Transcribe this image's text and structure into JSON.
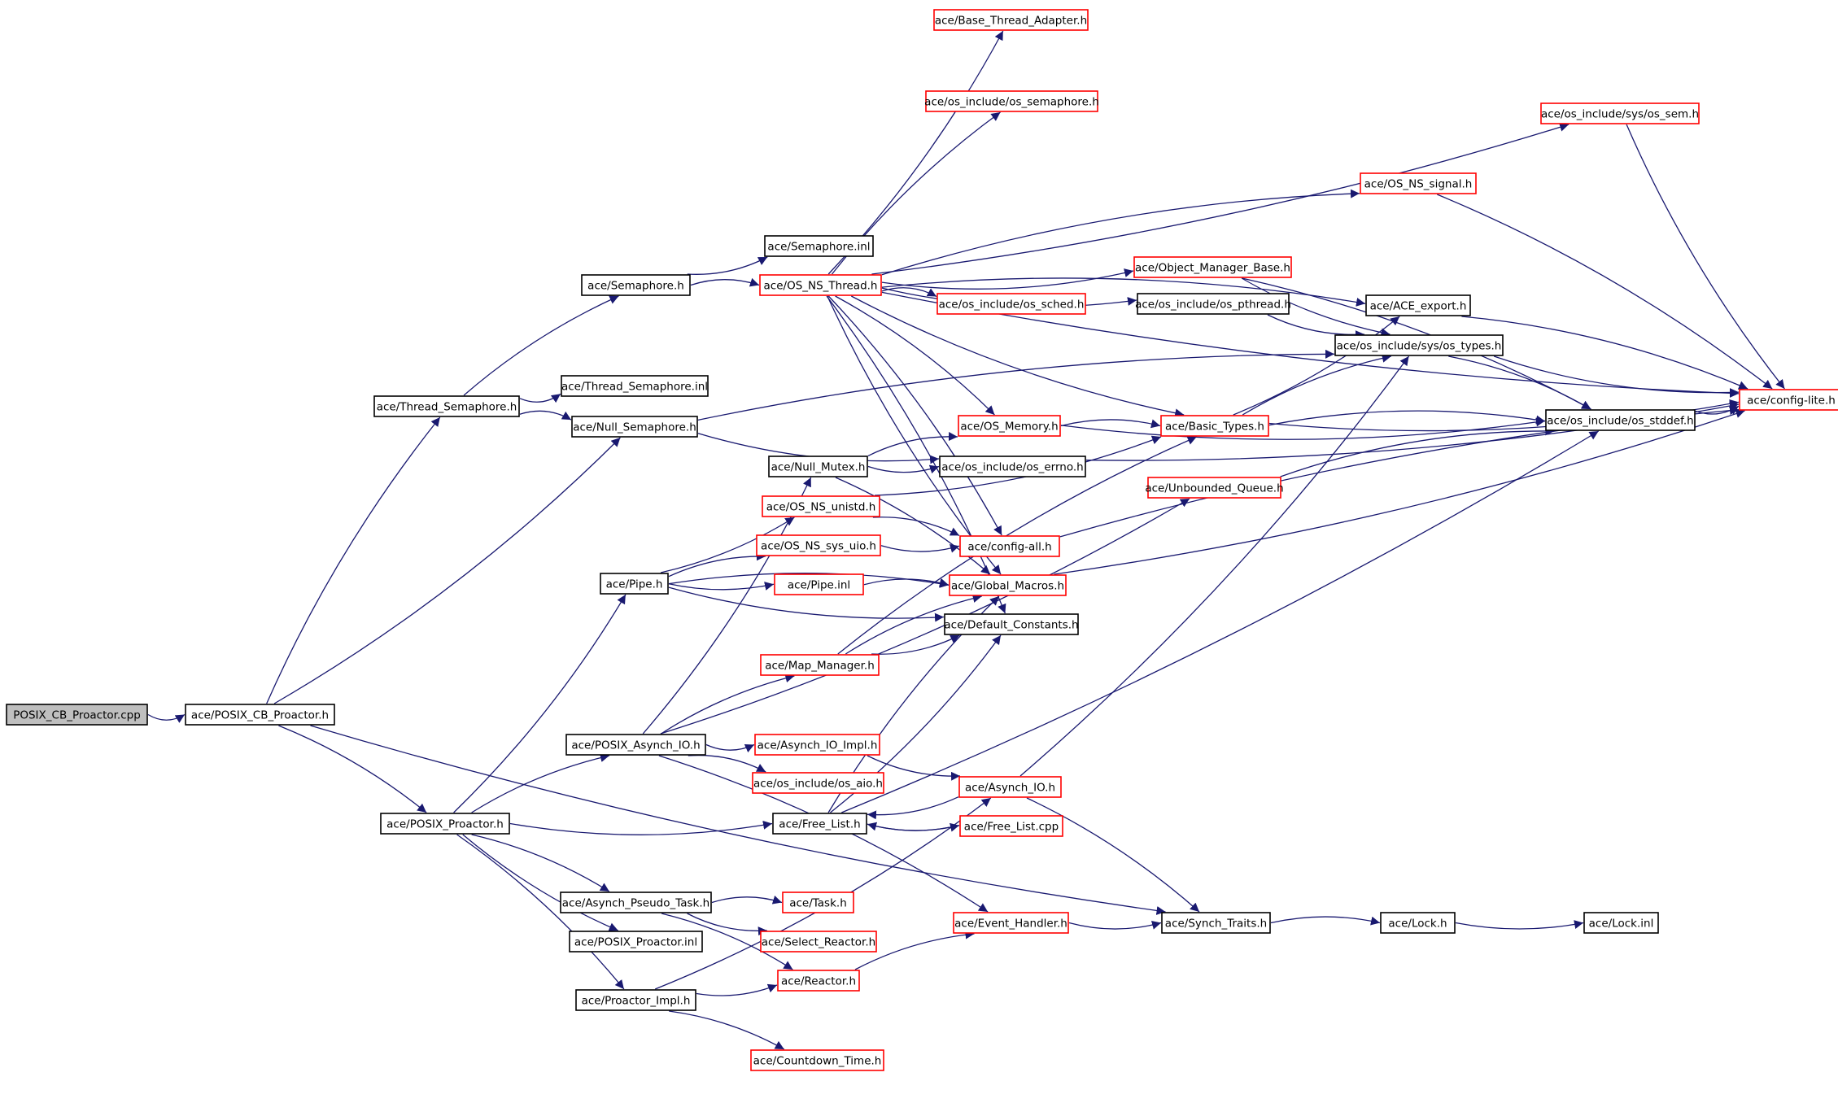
{
  "colors": {
    "edge": "#191970",
    "normal_border": "#000000",
    "truncated_border": "#ff0000",
    "root_fill": "#bfbfbf",
    "node_fill": "#ffffff"
  },
  "nodes": [
    {
      "id": "posix_cb_proactor_cpp",
      "label": "POSIX_CB_Proactor.cpp",
      "kind": "root"
    },
    {
      "id": "posix_cb_proactor_h",
      "label": "ace/POSIX_CB_Proactor.h",
      "kind": "normal"
    },
    {
      "id": "thread_semaphore_h",
      "label": "ace/Thread_Semaphore.h",
      "kind": "normal"
    },
    {
      "id": "semaphore_h",
      "label": "ace/Semaphore.h",
      "kind": "normal"
    },
    {
      "id": "semaphore_inl",
      "label": "ace/Semaphore.inl",
      "kind": "normal"
    },
    {
      "id": "os_ns_thread_h",
      "label": "ace/OS_NS_Thread.h",
      "kind": "truncated"
    },
    {
      "id": "base_thread_adapter_h",
      "label": "ace/Base_Thread_Adapter.h",
      "kind": "truncated"
    },
    {
      "id": "os_semaphore_h",
      "label": "ace/os_include/os_semaphore.h",
      "kind": "truncated"
    },
    {
      "id": "os_sem_h",
      "label": "ace/os_include/sys/os_sem.h",
      "kind": "truncated"
    },
    {
      "id": "os_ns_signal_h",
      "label": "ace/OS_NS_signal.h",
      "kind": "truncated"
    },
    {
      "id": "object_manager_base_h",
      "label": "ace/Object_Manager_Base.h",
      "kind": "truncated"
    },
    {
      "id": "os_sched_h",
      "label": "ace/os_include/os_sched.h",
      "kind": "truncated"
    },
    {
      "id": "os_pthread_h",
      "label": "ace/os_include/os_pthread.h",
      "kind": "normal"
    },
    {
      "id": "ace_export_h",
      "label": "ace/ACE_export.h",
      "kind": "normal"
    },
    {
      "id": "os_types_h",
      "label": "ace/os_include/sys/os_types.h",
      "kind": "normal"
    },
    {
      "id": "config_lite_h",
      "label": "ace/config-lite.h",
      "kind": "truncated"
    },
    {
      "id": "thread_semaphore_inl",
      "label": "ace/Thread_Semaphore.inl",
      "kind": "normal"
    },
    {
      "id": "null_semaphore_h",
      "label": "ace/Null_Semaphore.h",
      "kind": "normal"
    },
    {
      "id": "os_memory_h",
      "label": "ace/OS_Memory.h",
      "kind": "truncated"
    },
    {
      "id": "basic_types_h",
      "label": "ace/Basic_Types.h",
      "kind": "truncated"
    },
    {
      "id": "os_stddef_h",
      "label": "ace/os_include/os_stddef.h",
      "kind": "normal"
    },
    {
      "id": "null_mutex_h",
      "label": "ace/Null_Mutex.h",
      "kind": "normal"
    },
    {
      "id": "os_errno_h",
      "label": "ace/os_include/os_errno.h",
      "kind": "normal"
    },
    {
      "id": "unbounded_queue_h",
      "label": "ace/Unbounded_Queue.h",
      "kind": "truncated"
    },
    {
      "id": "os_ns_unistd_h",
      "label": "ace/OS_NS_unistd.h",
      "kind": "truncated"
    },
    {
      "id": "os_ns_sys_uio_h",
      "label": "ace/OS_NS_sys_uio.h",
      "kind": "truncated"
    },
    {
      "id": "config_all_h",
      "label": "ace/config-all.h",
      "kind": "truncated"
    },
    {
      "id": "pipe_h",
      "label": "ace/Pipe.h",
      "kind": "normal"
    },
    {
      "id": "pipe_inl",
      "label": "ace/Pipe.inl",
      "kind": "truncated"
    },
    {
      "id": "global_macros_h",
      "label": "ace/Global_Macros.h",
      "kind": "truncated"
    },
    {
      "id": "default_constants_h",
      "label": "ace/Default_Constants.h",
      "kind": "normal"
    },
    {
      "id": "map_manager_h",
      "label": "ace/Map_Manager.h",
      "kind": "truncated"
    },
    {
      "id": "posix_asynch_io_h",
      "label": "ace/POSIX_Asynch_IO.h",
      "kind": "normal"
    },
    {
      "id": "asynch_io_impl_h",
      "label": "ace/Asynch_IO_Impl.h",
      "kind": "truncated"
    },
    {
      "id": "os_aio_h",
      "label": "ace/os_include/os_aio.h",
      "kind": "truncated"
    },
    {
      "id": "asynch_io_h",
      "label": "ace/Asynch_IO.h",
      "kind": "truncated"
    },
    {
      "id": "posix_proactor_h",
      "label": "ace/POSIX_Proactor.h",
      "kind": "normal"
    },
    {
      "id": "free_list_h",
      "label": "ace/Free_List.h",
      "kind": "normal"
    },
    {
      "id": "free_list_cpp",
      "label": "ace/Free_List.cpp",
      "kind": "truncated"
    },
    {
      "id": "asynch_pseudo_task_h",
      "label": "ace/Asynch_Pseudo_Task.h",
      "kind": "normal"
    },
    {
      "id": "task_h",
      "label": "ace/Task.h",
      "kind": "truncated"
    },
    {
      "id": "select_reactor_h",
      "label": "ace/Select_Reactor.h",
      "kind": "truncated"
    },
    {
      "id": "posix_proactor_inl",
      "label": "ace/POSIX_Proactor.inl",
      "kind": "normal"
    },
    {
      "id": "event_handler_h",
      "label": "ace/Event_Handler.h",
      "kind": "truncated"
    },
    {
      "id": "synch_traits_h",
      "label": "ace/Synch_Traits.h",
      "kind": "normal"
    },
    {
      "id": "lock_h",
      "label": "ace/Lock.h",
      "kind": "normal"
    },
    {
      "id": "lock_inl",
      "label": "ace/Lock.inl",
      "kind": "normal"
    },
    {
      "id": "reactor_h",
      "label": "ace/Reactor.h",
      "kind": "truncated"
    },
    {
      "id": "proactor_impl_h",
      "label": "ace/Proactor_Impl.h",
      "kind": "normal"
    },
    {
      "id": "countdown_time_h",
      "label": "ace/Countdown_Time.h",
      "kind": "truncated"
    }
  ],
  "edges": [
    [
      "posix_cb_proactor_cpp",
      "posix_cb_proactor_h"
    ],
    [
      "posix_cb_proactor_h",
      "thread_semaphore_h"
    ],
    [
      "posix_cb_proactor_h",
      "null_semaphore_h"
    ],
    [
      "posix_cb_proactor_h",
      "posix_proactor_h"
    ],
    [
      "posix_cb_proactor_h",
      "synch_traits_h"
    ],
    [
      "thread_semaphore_h",
      "semaphore_h"
    ],
    [
      "thread_semaphore_h",
      "thread_semaphore_inl"
    ],
    [
      "thread_semaphore_h",
      "null_semaphore_h"
    ],
    [
      "semaphore_h",
      "semaphore_inl"
    ],
    [
      "semaphore_h",
      "os_ns_thread_h"
    ],
    [
      "os_ns_thread_h",
      "base_thread_adapter_h"
    ],
    [
      "os_ns_thread_h",
      "os_semaphore_h"
    ],
    [
      "os_ns_thread_h",
      "os_sem_h"
    ],
    [
      "os_ns_thread_h",
      "os_ns_signal_h"
    ],
    [
      "os_ns_thread_h",
      "object_manager_base_h"
    ],
    [
      "os_ns_thread_h",
      "os_sched_h"
    ],
    [
      "os_ns_thread_h",
      "os_pthread_h"
    ],
    [
      "os_ns_thread_h",
      "ace_export_h"
    ],
    [
      "os_ns_thread_h",
      "config_lite_h"
    ],
    [
      "os_ns_thread_h",
      "os_memory_h"
    ],
    [
      "os_ns_thread_h",
      "basic_types_h"
    ],
    [
      "os_ns_thread_h",
      "config_all_h"
    ],
    [
      "os_ns_thread_h",
      "global_macros_h"
    ],
    [
      "os_ns_thread_h",
      "default_constants_h"
    ],
    [
      "os_sem_h",
      "config_lite_h"
    ],
    [
      "os_ns_signal_h",
      "config_lite_h"
    ],
    [
      "object_manager_base_h",
      "os_types_h"
    ],
    [
      "object_manager_base_h",
      "os_stddef_h"
    ],
    [
      "os_pthread_h",
      "os_types_h"
    ],
    [
      "ace_export_h",
      "config_lite_h"
    ],
    [
      "os_types_h",
      "config_lite_h"
    ],
    [
      "os_types_h",
      "os_stddef_h"
    ],
    [
      "os_stddef_h",
      "config_lite_h"
    ],
    [
      "null_semaphore_h",
      "os_types_h"
    ],
    [
      "null_semaphore_h",
      "os_errno_h"
    ],
    [
      "os_memory_h",
      "basic_types_h"
    ],
    [
      "os_memory_h",
      "os_stddef_h"
    ],
    [
      "basic_types_h",
      "os_types_h"
    ],
    [
      "basic_types_h",
      "ace_export_h"
    ],
    [
      "basic_types_h",
      "os_stddef_h"
    ],
    [
      "basic_types_h",
      "config_lite_h"
    ],
    [
      "null_mutex_h",
      "os_memory_h"
    ],
    [
      "null_mutex_h",
      "os_errno_h"
    ],
    [
      "null_mutex_h",
      "global_macros_h"
    ],
    [
      "os_errno_h",
      "config_lite_h"
    ],
    [
      "unbounded_queue_h",
      "os_stddef_h"
    ],
    [
      "os_ns_unistd_h",
      "basic_types_h"
    ],
    [
      "os_ns_unistd_h",
      "config_all_h"
    ],
    [
      "os_ns_sys_uio_h",
      "config_all_h"
    ],
    [
      "config_all_h",
      "config_lite_h"
    ],
    [
      "pipe_h",
      "os_ns_unistd_h"
    ],
    [
      "pipe_h",
      "os_ns_sys_uio_h"
    ],
    [
      "pipe_h",
      "pipe_inl"
    ],
    [
      "pipe_h",
      "global_macros_h"
    ],
    [
      "pipe_h",
      "default_constants_h"
    ],
    [
      "pipe_inl",
      "global_macros_h"
    ],
    [
      "global_macros_h",
      "config_lite_h"
    ],
    [
      "map_manager_h",
      "global_macros_h"
    ],
    [
      "map_manager_h",
      "default_constants_h"
    ],
    [
      "map_manager_h",
      "basic_types_h"
    ],
    [
      "posix_asynch_io_h",
      "null_mutex_h"
    ],
    [
      "posix_asynch_io_h",
      "map_manager_h"
    ],
    [
      "posix_asynch_io_h",
      "asynch_io_impl_h"
    ],
    [
      "posix_asynch_io_h",
      "os_aio_h"
    ],
    [
      "posix_asynch_io_h",
      "unbounded_queue_h"
    ],
    [
      "posix_asynch_io_h",
      "event_handler_h"
    ],
    [
      "asynch_io_impl_h",
      "asynch_io_h"
    ],
    [
      "asynch_io_h",
      "synch_traits_h"
    ],
    [
      "asynch_io_h",
      "os_types_h"
    ],
    [
      "asynch_io_h",
      "free_list_h"
    ],
    [
      "posix_proactor_h",
      "pipe_h"
    ],
    [
      "posix_proactor_h",
      "posix_asynch_io_h"
    ],
    [
      "posix_proactor_h",
      "free_list_h"
    ],
    [
      "posix_proactor_h",
      "asynch_pseudo_task_h"
    ],
    [
      "posix_proactor_h",
      "posix_proactor_inl"
    ],
    [
      "posix_proactor_h",
      "proactor_impl_h"
    ],
    [
      "free_list_h",
      "free_list_cpp"
    ],
    [
      "free_list_h",
      "global_macros_h"
    ],
    [
      "free_list_h",
      "default_constants_h"
    ],
    [
      "free_list_cpp",
      "free_list_h"
    ],
    [
      "free_list_h",
      "os_stddef_h"
    ],
    [
      "asynch_pseudo_task_h",
      "task_h"
    ],
    [
      "asynch_pseudo_task_h",
      "select_reactor_h"
    ],
    [
      "asynch_pseudo_task_h",
      "reactor_h"
    ],
    [
      "event_handler_h",
      "synch_traits_h"
    ],
    [
      "synch_traits_h",
      "lock_h"
    ],
    [
      "lock_h",
      "lock_inl"
    ],
    [
      "reactor_h",
      "event_handler_h"
    ],
    [
      "proactor_impl_h",
      "reactor_h"
    ],
    [
      "proactor_impl_h",
      "countdown_time_h"
    ],
    [
      "proactor_impl_h",
      "asynch_io_h"
    ]
  ]
}
